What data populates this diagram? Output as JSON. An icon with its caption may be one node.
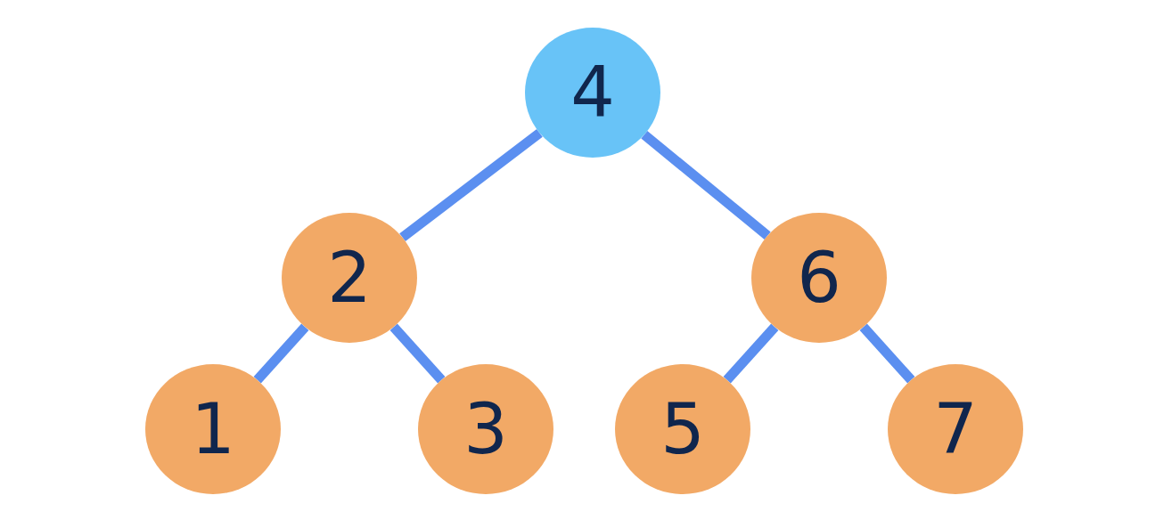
{
  "diagram": {
    "nodes": [
      {
        "text": [
          "4"
        ]
      },
      {
        "text": [
          "2"
        ]
      },
      {
        "text": [
          "6"
        ]
      },
      {
        "text": [
          "1"
        ]
      },
      {
        "text": [
          "3"
        ]
      },
      {
        "text": [
          "5"
        ]
      },
      {
        "text": [
          "7"
        ]
      }
    ],
    "edges": [
      {
        "from": 0,
        "to": 1,
        "arrow": "none"
      },
      {
        "from": 0,
        "to": 2,
        "arrow": "none"
      },
      {
        "from": 1,
        "to": 3,
        "arrow": "none"
      },
      {
        "from": 1,
        "to": 4,
        "arrow": "none"
      },
      {
        "from": 2,
        "to": 5,
        "arrow": "none"
      },
      {
        "from": 2,
        "to": 6,
        "arrow": "none"
      }
    ]
  }
}
